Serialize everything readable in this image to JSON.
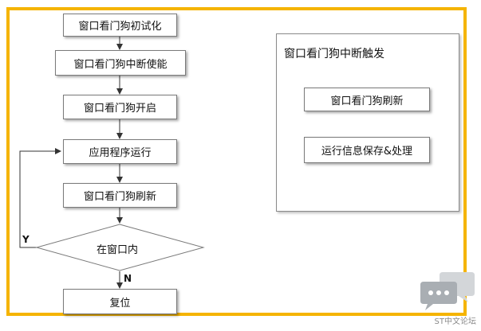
{
  "flow": {
    "steps": {
      "init": "窗口看门狗初试化",
      "irq_enable": "窗口看门狗中断使能",
      "start": "窗口看门狗开启",
      "run": "应用程序运行",
      "refresh": "窗口看门狗刷新",
      "reset": "复位"
    },
    "decision": "在窗口内",
    "yes_label": "Y",
    "no_label": "N"
  },
  "interrupt_panel": {
    "title": "窗口看门狗中断触发",
    "steps": {
      "refresh": "窗口看门狗刷新",
      "save": "运行信息保存&处理"
    }
  },
  "watermark": {
    "text": "ST中文论坛"
  },
  "colors": {
    "frame_border": "#f5b400",
    "node_border": "#7a7a7a",
    "line": "#333333",
    "logo": "#bfc3c7"
  }
}
